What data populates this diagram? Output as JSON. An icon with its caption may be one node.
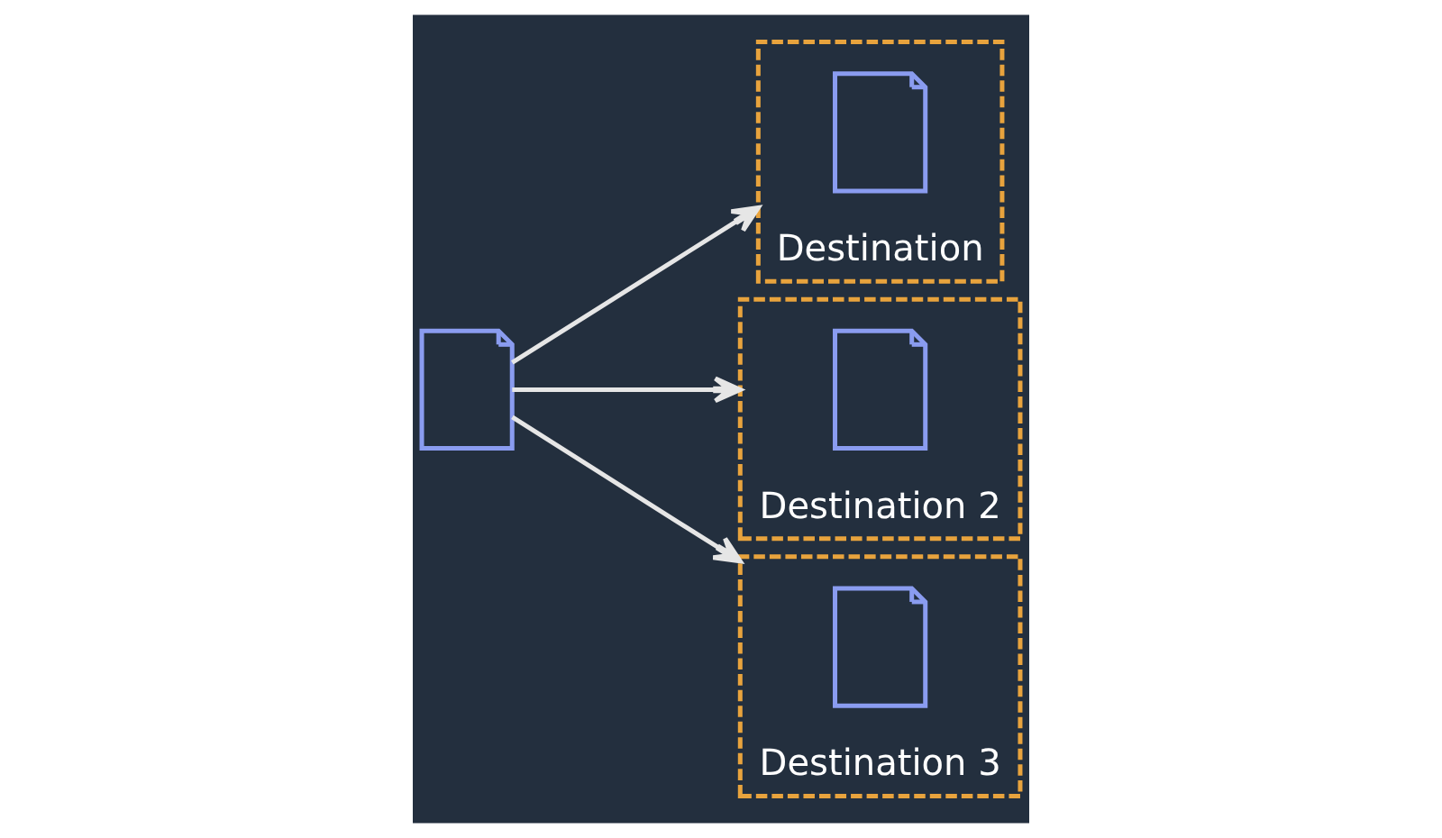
{
  "diagram": {
    "nodes": [
      {
        "text": [],
        "shape": "document"
      },
      {
        "text": [
          "Destination"
        ]
      },
      {
        "text": [],
        "shape": "document",
        "in": 1
      },
      {
        "text": [
          "Destination 2"
        ]
      },
      {
        "text": [],
        "shape": "document",
        "in": 3
      },
      {
        "text": [
          "Destination 3"
        ]
      },
      {
        "text": [],
        "shape": "document",
        "in": 5
      }
    ],
    "edges": [
      {
        "from": 0,
        "to": 1,
        "arrow": "to"
      },
      {
        "from": 0,
        "to": 3,
        "arrow": "to"
      },
      {
        "from": 0,
        "to": 5,
        "arrow": "to"
      }
    ]
  }
}
